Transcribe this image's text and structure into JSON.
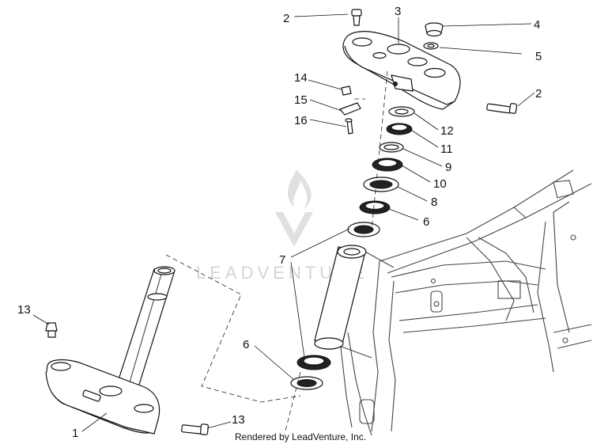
{
  "watermark": {
    "text": "LEADVENTURE"
  },
  "credit": {
    "text": "Rendered by LeadVenture, Inc."
  },
  "callouts": {
    "c1": "1",
    "c2a": "2",
    "c2b": "2",
    "c3": "3",
    "c4": "4",
    "c5": "5",
    "c6a": "6",
    "c6b": "6",
    "c7": "7",
    "c8": "8",
    "c9": "9",
    "c10": "10",
    "c11": "11",
    "c12": "12",
    "c13a": "13",
    "c13b": "13",
    "c14": "14",
    "c15": "15",
    "c16": "16"
  }
}
